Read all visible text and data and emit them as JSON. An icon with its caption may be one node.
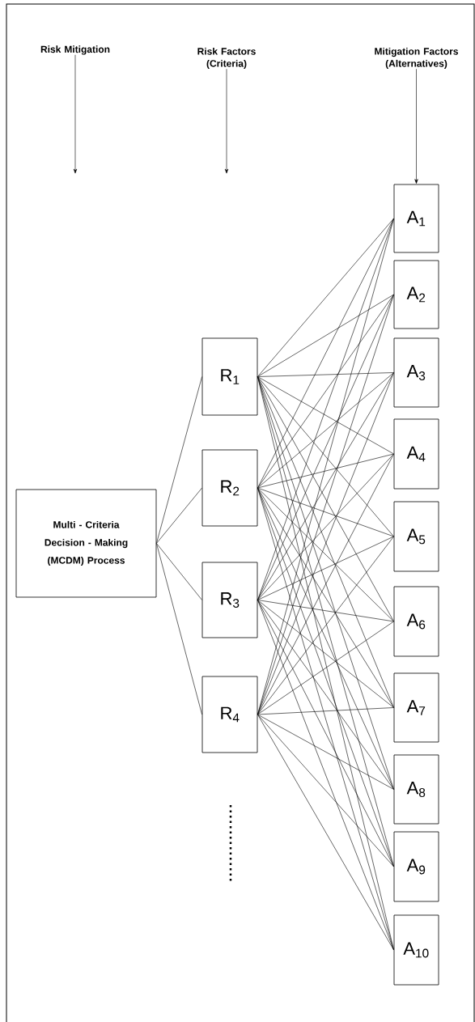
{
  "diagram": {
    "nodes": [
      {
        "text": [
          "Risk Mitigation"
        ]
      },
      {
        "text": [
          "Risk Factors (Criteria)"
        ]
      },
      {
        "text": [
          "Mitigation Factors (Alternatives)"
        ]
      },
      {
        "text": [
          "Multi - Criteria Decision - Making (MCDM) Process"
        ]
      },
      {
        "text": [
          "R$_{1}$"
        ]
      },
      {
        "text": [
          "R$_{2}$"
        ]
      },
      {
        "text": [
          "R$_{3}$"
        ]
      },
      {
        "text": [
          "R$_{4}$"
        ]
      },
      {
        "text": [
          "A$_{1}$"
        ]
      },
      {
        "text": [
          "A$_{2}$"
        ]
      },
      {
        "text": [
          "A$_{3}$"
        ]
      },
      {
        "text": [
          "A$_{4}$"
        ]
      },
      {
        "text": [
          "A$_{5}$"
        ]
      },
      {
        "text": [
          "A$_{6}$"
        ]
      },
      {
        "text": [
          "A$_{7}$"
        ]
      },
      {
        "text": [
          "A$_{8}$"
        ]
      },
      {
        "text": [
          "A$_{9}$"
        ]
      },
      {
        "text": [
          "A$_{10}$"
        ]
      }
    ],
    "edges": [
      {
        "from": 0,
        "to": null,
        "arrow": "to"
      },
      {
        "from": 1,
        "to": null,
        "arrow": "to"
      },
      {
        "from": 2,
        "to": 8,
        "arrow": "to"
      },
      {
        "from": 3,
        "to": 4,
        "arrow": "none"
      },
      {
        "from": 3,
        "to": 5,
        "arrow": "none"
      },
      {
        "from": 3,
        "to": 6,
        "arrow": "none"
      },
      {
        "from": 3,
        "to": 7,
        "arrow": "none"
      },
      {
        "from": 4,
        "to": 8,
        "arrow": "none"
      },
      {
        "from": 4,
        "to": 9,
        "arrow": "none"
      },
      {
        "from": 4,
        "to": 10,
        "arrow": "none"
      },
      {
        "from": 4,
        "to": 11,
        "arrow": "none"
      },
      {
        "from": 4,
        "to": 12,
        "arrow": "none"
      },
      {
        "from": 4,
        "to": 13,
        "arrow": "none"
      },
      {
        "from": 4,
        "to": 14,
        "arrow": "none"
      },
      {
        "from": 4,
        "to": 15,
        "arrow": "none"
      },
      {
        "from": 4,
        "to": 16,
        "arrow": "none"
      },
      {
        "from": 4,
        "to": 17,
        "arrow": "none"
      },
      {
        "from": 5,
        "to": 8,
        "arrow": "none"
      },
      {
        "from": 5,
        "to": 9,
        "arrow": "none"
      },
      {
        "from": 5,
        "to": 10,
        "arrow": "none"
      },
      {
        "from": 5,
        "to": 11,
        "arrow": "none"
      },
      {
        "from": 5,
        "to": 12,
        "arrow": "none"
      },
      {
        "from": 5,
        "to": 13,
        "arrow": "none"
      },
      {
        "from": 5,
        "to": 14,
        "arrow": "none"
      },
      {
        "from": 5,
        "to": 15,
        "arrow": "none"
      },
      {
        "from": 5,
        "to": 16,
        "arrow": "none"
      },
      {
        "from": 5,
        "to": 17,
        "arrow": "none"
      },
      {
        "from": 6,
        "to": 8,
        "arrow": "none"
      },
      {
        "from": 6,
        "to": 9,
        "arrow": "none"
      },
      {
        "from": 6,
        "to": 10,
        "arrow": "none"
      },
      {
        "from": 6,
        "to": 11,
        "arrow": "none"
      },
      {
        "from": 6,
        "to": 12,
        "arrow": "none"
      },
      {
        "from": 6,
        "to": 13,
        "arrow": "none"
      },
      {
        "from": 6,
        "to": 14,
        "arrow": "none"
      },
      {
        "from": 6,
        "to": 15,
        "arrow": "none"
      },
      {
        "from": 6,
        "to": 16,
        "arrow": "none"
      },
      {
        "from": 6,
        "to": 17,
        "arrow": "none"
      },
      {
        "from": 7,
        "to": 8,
        "arrow": "none"
      },
      {
        "from": 7,
        "to": 9,
        "arrow": "none"
      },
      {
        "from": 7,
        "to": 10,
        "arrow": "none"
      },
      {
        "from": 7,
        "to": 11,
        "arrow": "none"
      },
      {
        "from": 7,
        "to": 12,
        "arrow": "none"
      },
      {
        "from": 7,
        "to": 13,
        "arrow": "none"
      },
      {
        "from": 7,
        "to": 14,
        "arrow": "none"
      },
      {
        "from": 7,
        "to": 15,
        "arrow": "none"
      },
      {
        "from": 7,
        "to": 16,
        "arrow": "none"
      },
      {
        "from": 7,
        "to": 17,
        "arrow": "none"
      }
    ]
  }
}
